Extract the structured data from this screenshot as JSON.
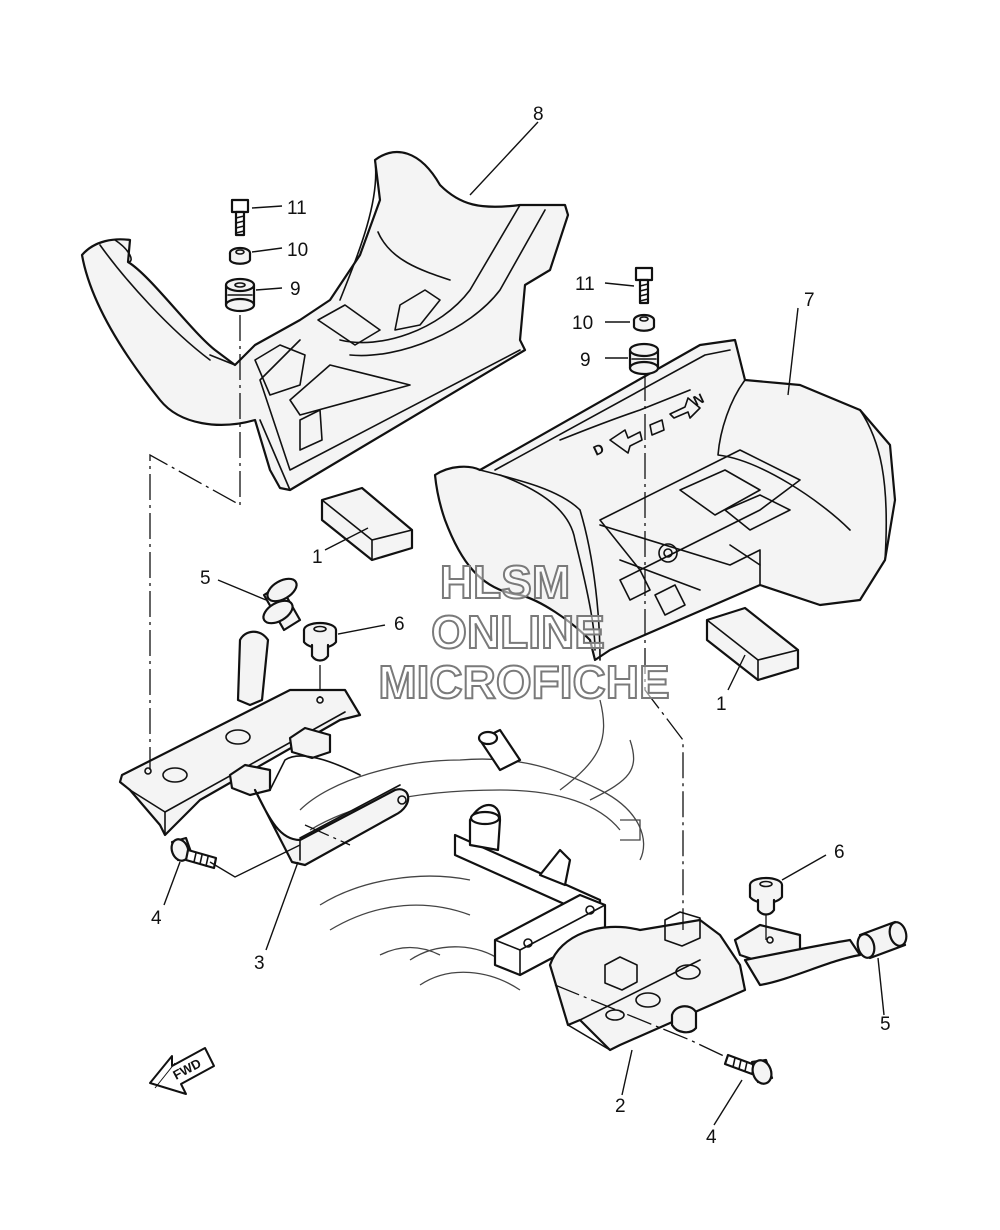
{
  "diagram": {
    "callouts": {
      "c1_left": "1",
      "c1_right": "1",
      "c2": "2",
      "c3": "3",
      "c4_left": "4",
      "c4_right": "4",
      "c5_left": "5",
      "c5_right": "5",
      "c6_left": "6",
      "c6_right": "6",
      "c7": "7",
      "c8": "8",
      "c9_left": "9",
      "c9_right": "9",
      "c10_left": "10",
      "c10_right": "10",
      "c11_left": "11",
      "c11_right": "11"
    },
    "watermark": [
      "HLSM",
      "ONLINE",
      "MICROFICHE"
    ],
    "fwd_label": "FWD",
    "emboss": {
      "d": "D",
      "n": "N"
    }
  }
}
